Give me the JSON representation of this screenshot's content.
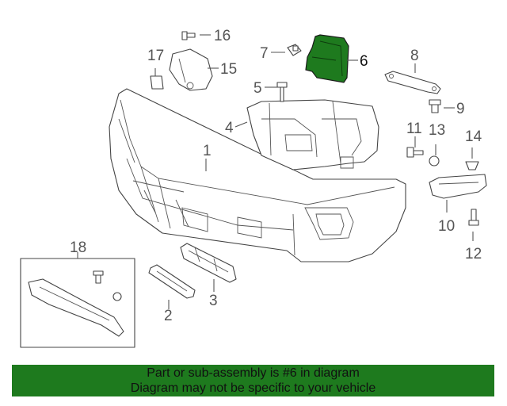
{
  "colors": {
    "highlight": "#1e7a1e",
    "banner_bg": "#1e7a1e",
    "line": "#444444"
  },
  "callouts": [
    {
      "id": "1",
      "label": "1"
    },
    {
      "id": "2",
      "label": "2"
    },
    {
      "id": "3",
      "label": "3"
    },
    {
      "id": "4",
      "label": "4"
    },
    {
      "id": "5",
      "label": "5"
    },
    {
      "id": "6",
      "label": "6",
      "highlighted": true
    },
    {
      "id": "7",
      "label": "7"
    },
    {
      "id": "8",
      "label": "8"
    },
    {
      "id": "9",
      "label": "9"
    },
    {
      "id": "10",
      "label": "10"
    },
    {
      "id": "11",
      "label": "11"
    },
    {
      "id": "12",
      "label": "12"
    },
    {
      "id": "13",
      "label": "13"
    },
    {
      "id": "14",
      "label": "14"
    },
    {
      "id": "15",
      "label": "15"
    },
    {
      "id": "16",
      "label": "16"
    },
    {
      "id": "17",
      "label": "17"
    },
    {
      "id": "18",
      "label": "18"
    }
  ],
  "banner": {
    "line1": "Part or sub-assembly is #6 in diagram",
    "line2": "Diagram may not be specific to your vehicle"
  }
}
